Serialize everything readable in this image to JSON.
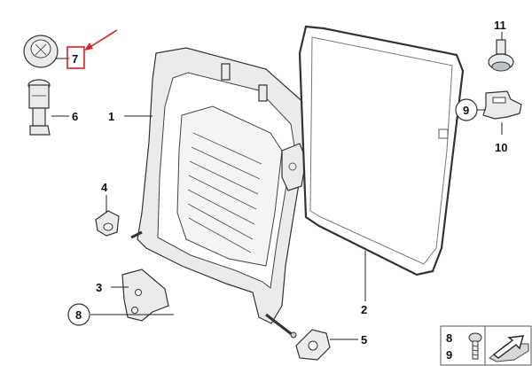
{
  "diagram": {
    "callouts": {
      "c1": "1",
      "c2": "2",
      "c3": "3",
      "c4": "4",
      "c5": "5",
      "c6": "6",
      "c7": "7",
      "c8": "8",
      "c9": "9",
      "c10": "10",
      "c11": "11"
    },
    "highlighted_callout": "7",
    "highlight_color": "#e02020",
    "legend_box": {
      "label_a": "8",
      "label_b": "9"
    }
  }
}
